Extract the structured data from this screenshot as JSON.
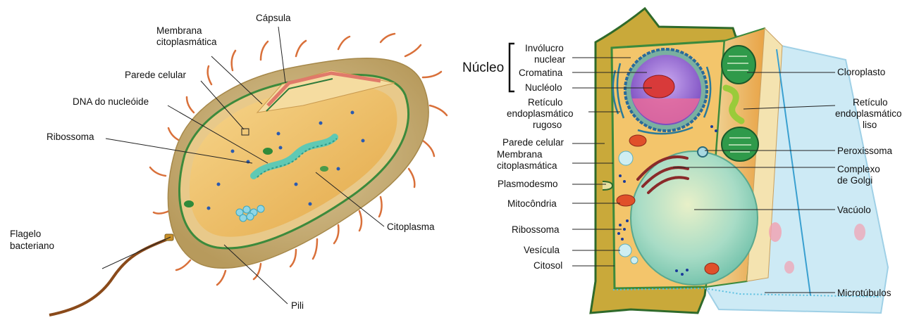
{
  "bacteria": {
    "labels": {
      "capsula": "Cápsula",
      "membrana_1": "Membrana",
      "membrana_2": "citoplasmática",
      "parede": "Parede celular",
      "dna": "DNA do nucleóide",
      "ribossoma": "Ribossoma",
      "citoplasma": "Citoplasma",
      "flagelo_1": "Flagelo",
      "flagelo_2": "bacteriano",
      "pili": "Pili"
    }
  },
  "plant": {
    "labels": {
      "nucleo": "Núcleo",
      "involucro_1": "Invólucro",
      "involucro_2": "nuclear",
      "cromatina": "Cromatina",
      "nucleolo": "Nucléolo",
      "rer_1": "Retículo",
      "rer_2": "endoplasmático",
      "rer_3": "rugoso",
      "parede": "Parede celular",
      "membrana_1": "Membrana",
      "membrana_2": "citoplasmática",
      "plasmodesmo": "Plasmodesmo",
      "mitocondria": "Mitocôndria",
      "ribossoma": "Ribossoma",
      "vesicula": "Vesícula",
      "citosol": "Citosol",
      "cloroplasto": "Cloroplasto",
      "rel_1": "Retículo",
      "rel_2": "endoplasmático",
      "rel_3": "liso",
      "peroxissoma": "Peroxissoma",
      "golgi_1": "Complexo",
      "golgi_2": "de Golgi",
      "vacuolo": "Vacúolo",
      "microtubulos": "Microtúbulos"
    }
  },
  "colors": {
    "capsule": "#c9b27a",
    "cytoplasm": "#f2c46a",
    "membrane": "#2f7a3a",
    "pili": "#d9703a",
    "wall": "#5a8f2e",
    "vacuole": "#9fd7c4",
    "nucleus": "#9a6ad1",
    "chloroplast": "#2f9a4a",
    "cytosol": "#f3c56b"
  }
}
